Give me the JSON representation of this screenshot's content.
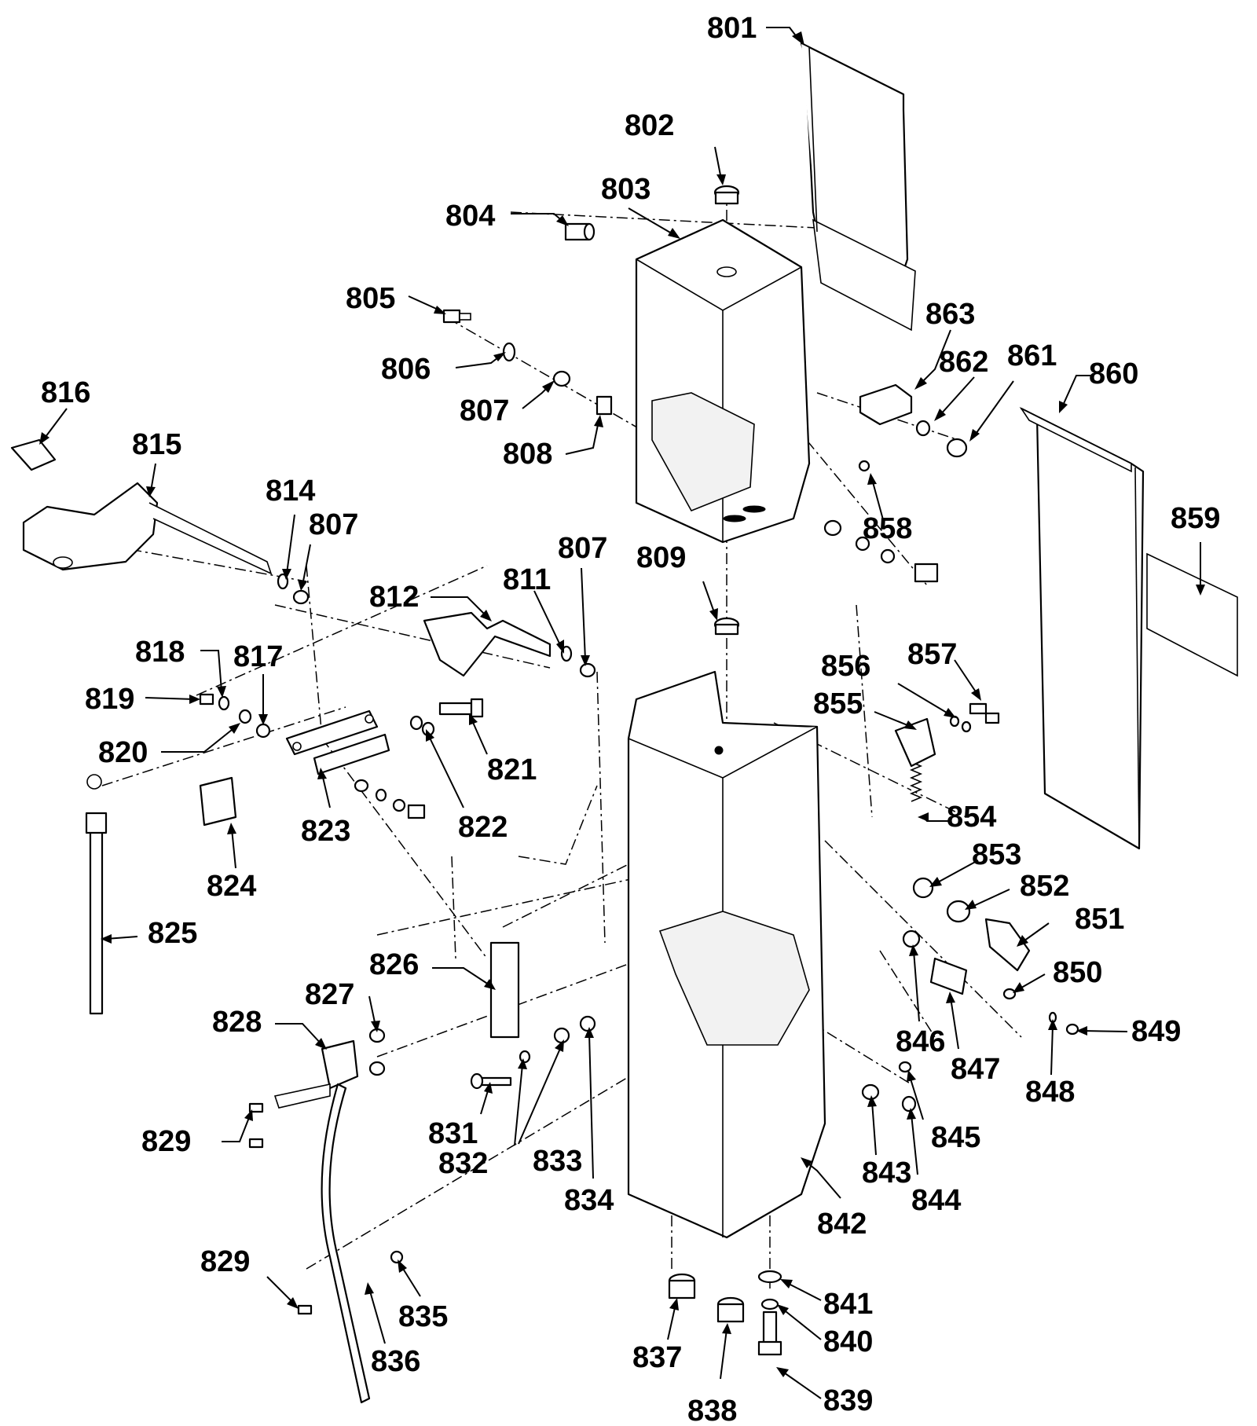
{
  "callouts": [
    {
      "label": "801"
    },
    {
      "label": "802"
    },
    {
      "label": "803"
    },
    {
      "label": "804"
    },
    {
      "label": "805"
    },
    {
      "label": "806"
    },
    {
      "label": "807"
    },
    {
      "label": "808"
    },
    {
      "label": "863"
    },
    {
      "label": "862"
    },
    {
      "label": "861"
    },
    {
      "label": "860"
    },
    {
      "label": "816"
    },
    {
      "label": "815"
    },
    {
      "label": "814"
    },
    {
      "label": "807"
    },
    {
      "label": "858"
    },
    {
      "label": "859"
    },
    {
      "label": "807"
    },
    {
      "label": "811"
    },
    {
      "label": "809"
    },
    {
      "label": "812"
    },
    {
      "label": "818"
    },
    {
      "label": "817"
    },
    {
      "label": "819"
    },
    {
      "label": "856"
    },
    {
      "label": "857"
    },
    {
      "label": "855"
    },
    {
      "label": "820"
    },
    {
      "label": "821"
    },
    {
      "label": "823"
    },
    {
      "label": "822"
    },
    {
      "label": "854"
    },
    {
      "label": "824"
    },
    {
      "label": "853"
    },
    {
      "label": "852"
    },
    {
      "label": "825"
    },
    {
      "label": "851"
    },
    {
      "label": "826"
    },
    {
      "label": "850"
    },
    {
      "label": "827"
    },
    {
      "label": "828"
    },
    {
      "label": "849"
    },
    {
      "label": "846"
    },
    {
      "label": "847"
    },
    {
      "label": "848"
    },
    {
      "label": "831"
    },
    {
      "label": "845"
    },
    {
      "label": "829"
    },
    {
      "label": "832"
    },
    {
      "label": "833"
    },
    {
      "label": "843"
    },
    {
      "label": "844"
    },
    {
      "label": "834"
    },
    {
      "label": "842"
    },
    {
      "label": "829"
    },
    {
      "label": "841"
    },
    {
      "label": "835"
    },
    {
      "label": "840"
    },
    {
      "label": "836"
    },
    {
      "label": "837"
    },
    {
      "label": "839"
    },
    {
      "label": "838"
    }
  ]
}
